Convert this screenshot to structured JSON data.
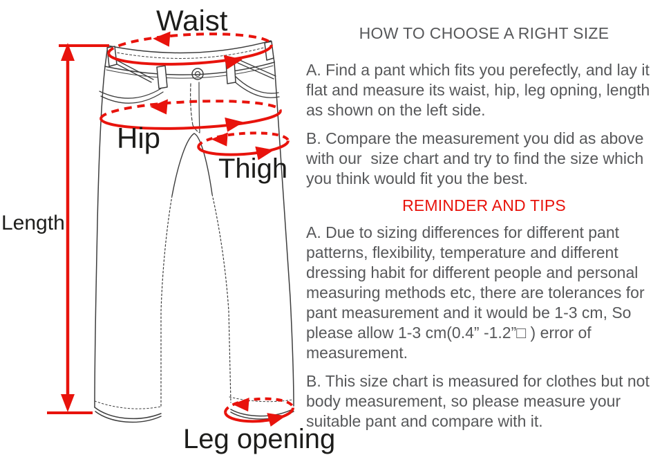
{
  "page": {
    "background": "#ffffff"
  },
  "diagram": {
    "labels": {
      "waist": "Waist",
      "hip": "Hip",
      "thigh": "Thigh",
      "length": "Length",
      "leg_opening": "Leg opening"
    },
    "accent_color": "#e8130c",
    "line_color": "#3d3d3d",
    "label_color": "#1d1d1b"
  },
  "instructions": {
    "title": "HOW TO CHOOSE A RIGHT SIZE",
    "title_color": "#57585a",
    "paragraphs": [
      "A. Find a pant which fits you perefectly, and lay it flat and measure its waist, hip, leg opning, length as shown on the left side.",
      "B. Compare the measurement you did as above with our  size chart and try to find the size which you think would fit you the best."
    ],
    "reminder_title": "REMINDER AND TIPS",
    "reminder_title_color": "#e8130c",
    "reminder_paragraphs": [
      "A. Due to sizing differences for different pant patterns, flexibility, temperature and different dressing habit for different people and personal measuring methods etc, there are tolerances for pant measurement and it would be 1-3 cm, So please allow 1-3 cm(0.4” -1.2”□ ) error of measurement.",
      "B. This size chart is measured for clothes but not body measurement, so please measure your suitable pant and compare with it."
    ]
  }
}
